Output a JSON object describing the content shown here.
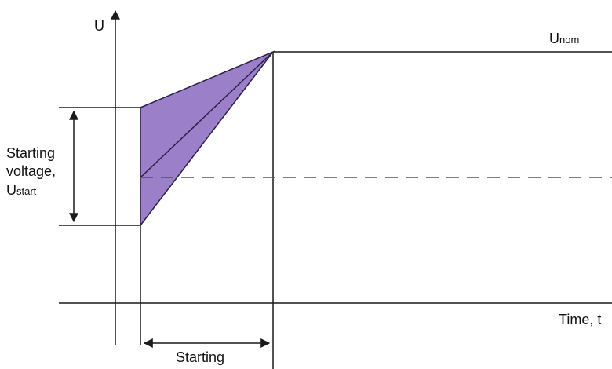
{
  "labels": {
    "u_axis": "U",
    "u_nom_main": "U",
    "u_nom_sub": "nom",
    "start_line1": "Starting",
    "start_line2": "voltage,",
    "start_line3_main": "U",
    "start_line3_sub": "start",
    "time_axis": "Time, t",
    "starting_time": "Starting"
  },
  "colors": {
    "line": "#1a1a1a",
    "fill": "#9b7fc8",
    "fill_stroke": "#2a1f4a",
    "dashed": "#555555"
  }
}
